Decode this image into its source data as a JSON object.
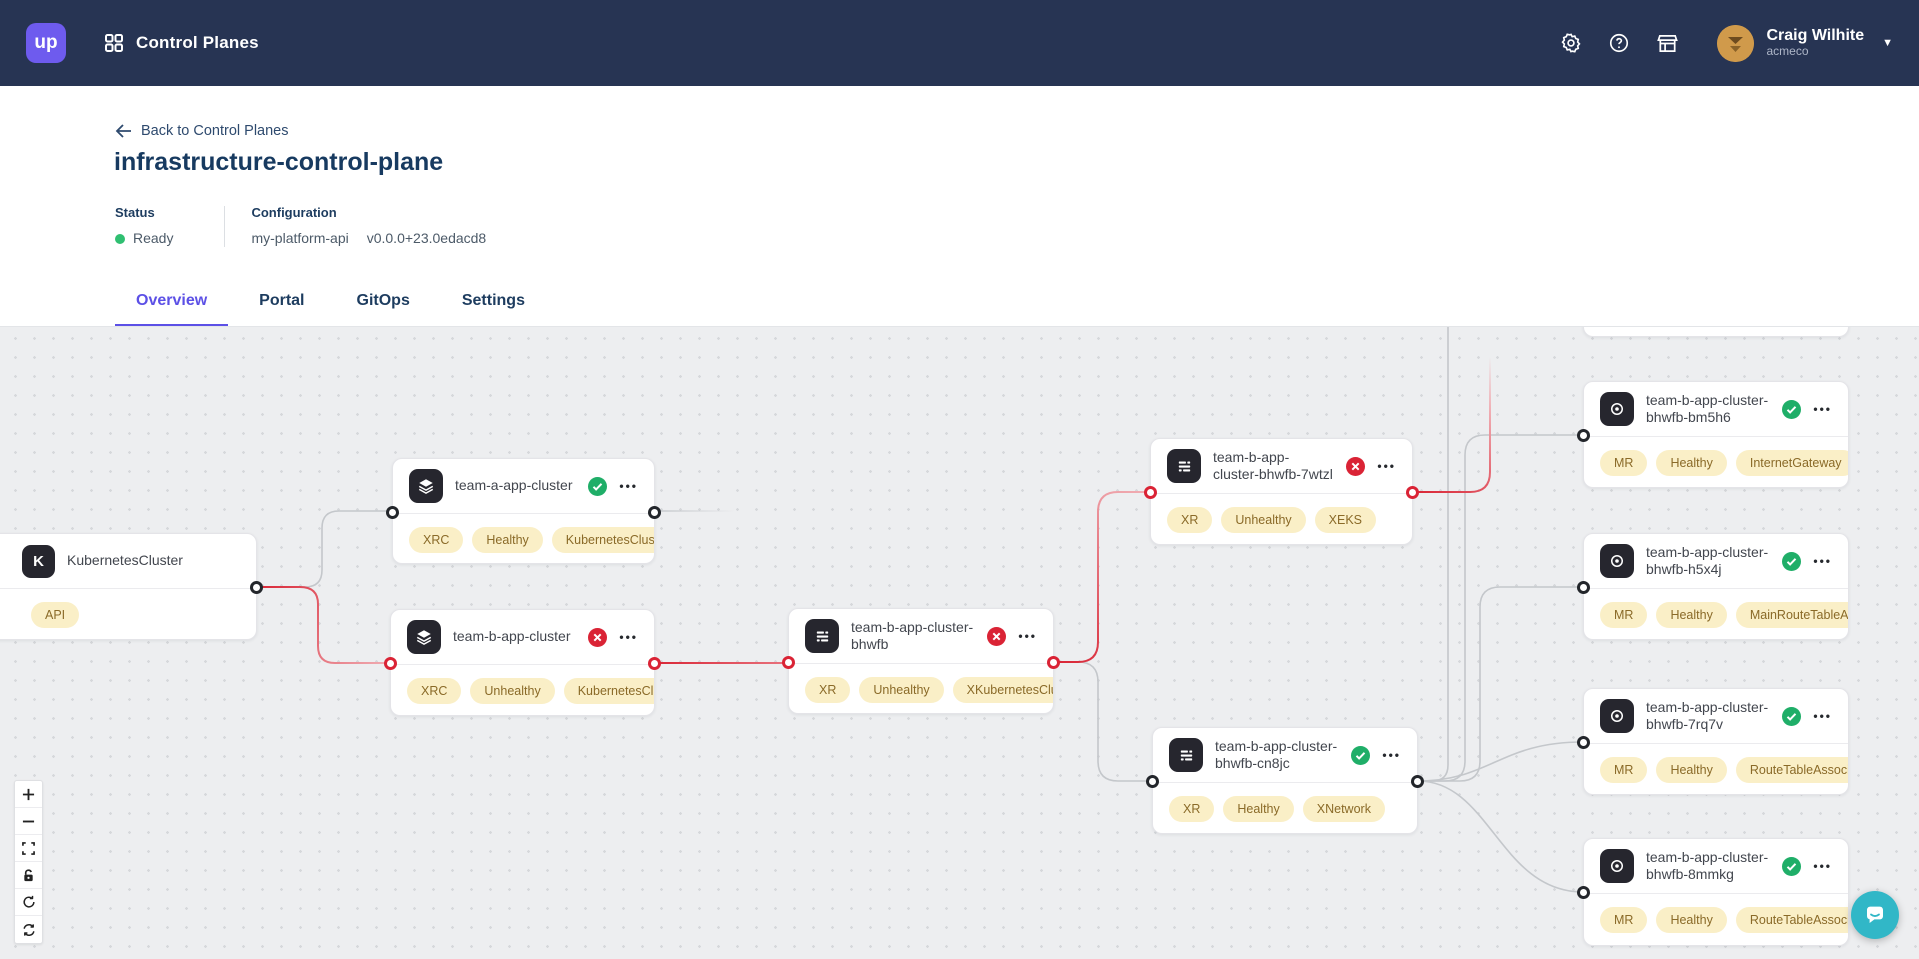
{
  "header": {
    "logo_text": "up",
    "app_title": "Control Planes",
    "icons": [
      "grid-icon",
      "settings-gear-icon",
      "help-icon",
      "marketplace-icon"
    ],
    "user": {
      "name": "Craig Wilhite",
      "org": "acmeco"
    }
  },
  "page": {
    "back_link": "Back to Control Planes",
    "title": "infrastructure-control-plane",
    "status": {
      "label": "Status",
      "value": "Ready"
    },
    "configuration": {
      "label": "Configuration",
      "name": "my-platform-api",
      "version": "v0.0.0+23.0edacd8"
    },
    "tabs": [
      {
        "label": "Overview",
        "active": true
      },
      {
        "label": "Portal",
        "active": false
      },
      {
        "label": "GitOps",
        "active": false
      },
      {
        "label": "Settings",
        "active": false
      }
    ]
  },
  "canvas": {
    "nodes": [
      {
        "title": "KubernetesCluster",
        "icon": "kubernetes",
        "status": "none",
        "badges": [
          "API"
        ]
      },
      {
        "title": "team-a-app-cluster",
        "icon": "layers",
        "status": "healthy",
        "badges": [
          "XRC",
          "Healthy",
          "KubernetesCluster"
        ]
      },
      {
        "title": "team-b-app-cluster",
        "icon": "layers",
        "status": "unhealthy",
        "badges": [
          "XRC",
          "Unhealthy",
          "KubernetesCluster"
        ]
      },
      {
        "title": "team-b-app-cluster-bhwfb",
        "icon": "xr",
        "status": "unhealthy",
        "badges": [
          "XR",
          "Unhealthy",
          "XKubernetesCluster"
        ]
      },
      {
        "title": "team-b-app-cluster-bhwfb-7wtzl",
        "icon": "xr",
        "status": "unhealthy",
        "badges": [
          "XR",
          "Unhealthy",
          "XEKS"
        ]
      },
      {
        "title": "team-b-app-cluster-bhwfb-cn8jc",
        "icon": "xr",
        "status": "healthy",
        "badges": [
          "XR",
          "Healthy",
          "XNetwork"
        ]
      },
      {
        "title": "team-b-app-cluster-bhwfb-bm5h6",
        "icon": "mr",
        "status": "healthy",
        "badges": [
          "MR",
          "Healthy",
          "InternetGateway"
        ]
      },
      {
        "title": "team-b-app-cluster-bhwfb-h5x4j",
        "icon": "mr",
        "status": "healthy",
        "badges": [
          "MR",
          "Healthy",
          "MainRouteTableAssociation"
        ]
      },
      {
        "title": "team-b-app-cluster-bhwfb-7rq7v",
        "icon": "mr",
        "status": "healthy",
        "badges": [
          "MR",
          "Healthy",
          "RouteTableAssociation"
        ]
      },
      {
        "title": "team-b-app-cluster-bhwfb-8mmkg",
        "icon": "mr",
        "status": "healthy",
        "badges": [
          "MR",
          "Healthy",
          "RouteTableAssociation"
        ]
      }
    ],
    "toolbar_icons": [
      "zoom-in",
      "zoom-out",
      "fit-view",
      "lock",
      "rotate",
      "sync"
    ],
    "chat_icon": "intercom-chat",
    "colors": {
      "accent": "#5c50e6",
      "appbar_bg": "#273453",
      "healthy": "#1fae68",
      "unhealthy": "#da2335",
      "edge_red": "#d92636",
      "edge_gray": "#c7cacd",
      "badge_bg": "#faefc7",
      "badge_text": "#8a6a28",
      "ready_dot": "#2fbf71",
      "chat_teal": "#31b7c7"
    }
  }
}
